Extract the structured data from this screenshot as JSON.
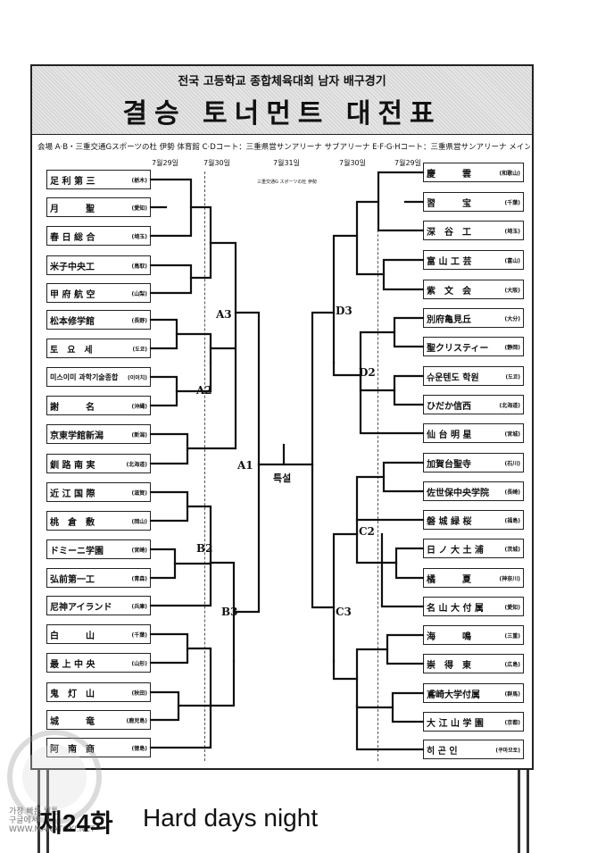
{
  "header": {
    "subtitle": "전국 고등학교 종합체육대회 남자 배구경기",
    "title": "결승 토너먼트 대전표"
  },
  "venues": "会場 A·B・三重交通Gスポーツの杜 伊勢 体育館 C·Dコート：三重県営サンアリーナ サブアリーナ E·F·G·Hコート：三重県営サンアリーナ メインアリーナ",
  "dates": [
    "7월29일",
    "7월30일",
    "7월31일",
    "7월30일",
    "7월29일"
  ],
  "venue_note": "三重交通G スポーツの杜 伊勢",
  "left_teams": [
    {
      "name": "足 利 第 三",
      "pref": "(栃木)"
    },
    {
      "name": "月　　　聖",
      "pref": "(愛知)"
    },
    {
      "name": "春 日 総 合",
      "pref": "(埼玉)"
    },
    {
      "name": "米子中央工",
      "pref": "(鳥取)"
    },
    {
      "name": "甲 府 航 空",
      "pref": "(山梨)"
    },
    {
      "name": "松本修学館",
      "pref": "(長野)"
    },
    {
      "name": "토　요　세",
      "pref": "(도쿄)"
    },
    {
      "name": "미스이미 과학기술종합",
      "pref": "(이이치)"
    },
    {
      "name": "謝　　　名",
      "pref": "(沖縄)"
    },
    {
      "name": "京東学館新潟",
      "pref": "(新潟)"
    },
    {
      "name": "釧 路 南 実",
      "pref": "(北海道)"
    },
    {
      "name": "近 江 国 際",
      "pref": "(滋賀)"
    },
    {
      "name": "桃　倉　敷",
      "pref": "(岡山)"
    },
    {
      "name": "ドミーニ学園",
      "pref": "(宮崎)"
    },
    {
      "name": "弘前第一工",
      "pref": "(青森)"
    },
    {
      "name": "尼神アイランド",
      "pref": "(兵庫)"
    },
    {
      "name": "白　　　山",
      "pref": "(千葉)"
    },
    {
      "name": "最 上 中 央",
      "pref": "(山形)"
    },
    {
      "name": "鬼　灯　山",
      "pref": "(秋田)"
    },
    {
      "name": "城　　　竜",
      "pref": "(鹿児島)"
    },
    {
      "name": "阿　南　商",
      "pref": "(徳島)"
    }
  ],
  "right_teams": [
    {
      "name": "慶　　　雲",
      "pref": "(和歌山)"
    },
    {
      "name": "習　　　宝",
      "pref": "(千葉)"
    },
    {
      "name": "深　谷　工",
      "pref": "(埼玉)"
    },
    {
      "name": "富 山 工 芸",
      "pref": "(富山)"
    },
    {
      "name": "紫　文　会",
      "pref": "(大阪)"
    },
    {
      "name": "別府亀見丘",
      "pref": "(大分)"
    },
    {
      "name": "聖クリスティー",
      "pref": "(静岡)"
    },
    {
      "name": "슈운텐도 학원",
      "pref": "(도쿄)"
    },
    {
      "name": "ひだか信西",
      "pref": "(北海道)"
    },
    {
      "name": "仙 台 明 星",
      "pref": "(宮城)"
    },
    {
      "name": "加賀台聖寺",
      "pref": "(石川)"
    },
    {
      "name": "佐世保中央学院",
      "pref": "(長崎)"
    },
    {
      "name": "磐 城 緑 桜",
      "pref": "(福島)"
    },
    {
      "name": "日 ノ 大 土 浦",
      "pref": "(茨城)"
    },
    {
      "name": "橘　　　夏",
      "pref": "(神奈川)"
    },
    {
      "name": "名 山 大 付 属",
      "pref": "(愛知)"
    },
    {
      "name": "海　　　鳴",
      "pref": "(三重)"
    },
    {
      "name": "崇　得　東",
      "pref": "(広島)"
    },
    {
      "name": "鳶崎大学付属",
      "pref": "(群馬)"
    },
    {
      "name": "大 江 山 学 園",
      "pref": "(京都)"
    },
    {
      "name": "히 곤 인",
      "pref": "(쿠마모토)"
    }
  ],
  "match_labels": {
    "a3": "A3",
    "a2": "A2",
    "a1": "A1",
    "b2": "B2",
    "b3": "B3",
    "d3": "D3",
    "d2": "D2",
    "c2": "C2",
    "c3": "C3"
  },
  "special": "특설",
  "chapter": "제24화",
  "chapter_title": "Hard days night",
  "watermark": "가장 빠른 웹툰\n구글에서\nWWW.MANATOKI.NET"
}
